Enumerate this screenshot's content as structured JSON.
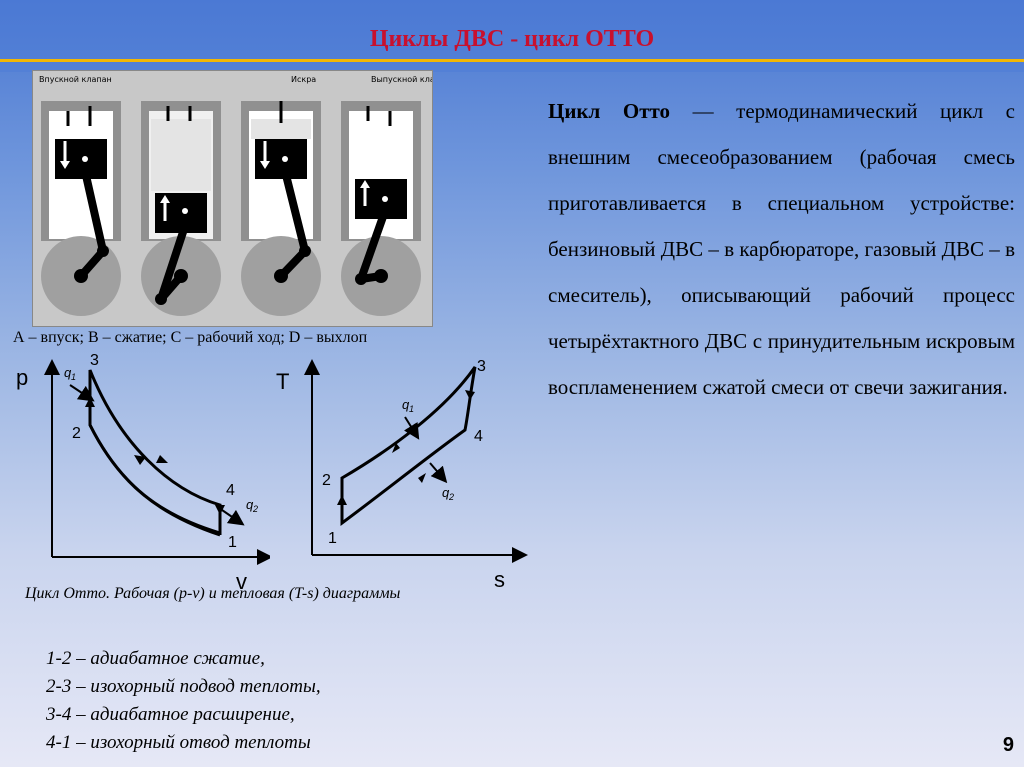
{
  "slide": {
    "title": "Циклы ДВС - цикл ОТТО",
    "number": "9",
    "colors": {
      "title": "#c8102e",
      "rule": "#f2b705"
    }
  },
  "engine_photo": {
    "labels": {
      "intake_valve": "Впускной клапан",
      "spark": "Искра",
      "exhaust_valve": "Выпускной клапан"
    },
    "caption": "А – впуск; В – сжатие; С – рабочий ход; D – выхлоп"
  },
  "pv_diagram": {
    "y_label": "p",
    "x_label": "v",
    "points": [
      "1",
      "2",
      "3",
      "4"
    ],
    "q1": "q",
    "q1_sub": "1",
    "q2": "q",
    "q2_sub": "2"
  },
  "ts_diagram": {
    "y_label": "T",
    "x_label": "s",
    "points": [
      "1",
      "2",
      "3",
      "4"
    ],
    "q1": "q",
    "q1_sub": "1",
    "q2": "q",
    "q2_sub": "2"
  },
  "diagrams_caption": "Цикл Отто. Рабочая (p-v) и тепловая (T-s) диаграммы",
  "processes": [
    "1-2 – адиабатное сжатие,",
    "2-3 –  изохорный подвод теплоты,",
    "3-4 – адиабатное расширение,",
    "4-1 – изохорный отвод теплоты"
  ],
  "definition": {
    "term": "Цикл Отто",
    "text": " — термодинамический цикл с внешним смесеобразованием (рабочая смесь приготавливается в специальном устройстве: бензиновый ДВС – в карбюраторе, газовый ДВС – в смеситель), описывающий рабочий процесс четырёхтактного ДВС с принудительным искровым воспламенением сжатой смеси от свечи зажигания."
  }
}
